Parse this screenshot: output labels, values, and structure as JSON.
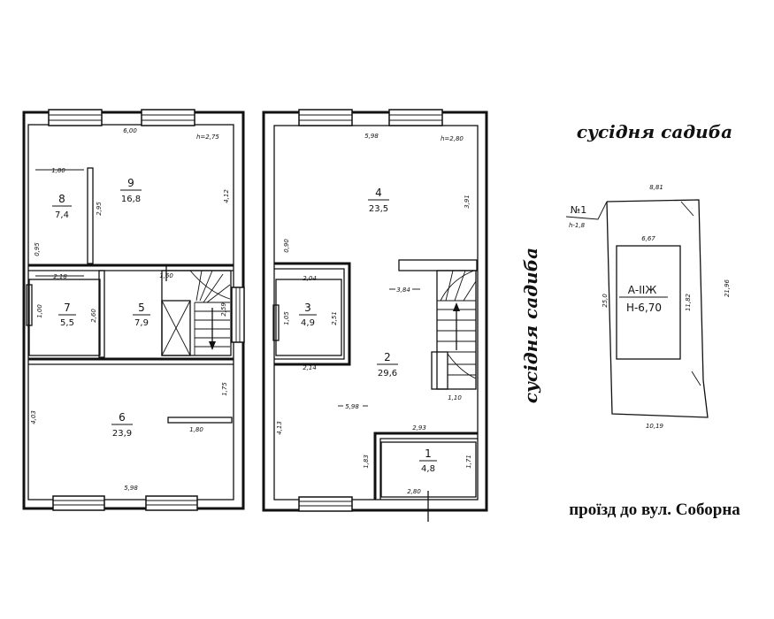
{
  "plan1": {
    "ceiling_height": "h=2,75",
    "dims": {
      "top_width": "6,00",
      "bottom_width": "5,98",
      "r8_width": "1,80",
      "r8_left_len": "0,95",
      "wall_89": "2,95",
      "right_side": "4,12",
      "r7_top": "2,18",
      "r7_side": "1,00",
      "r7_right": "2,60",
      "stair_width": "1,60",
      "stair_len": "2,59",
      "r6_left": "4,03",
      "r6_right": "1,75",
      "r6_partition": "1,80"
    },
    "rooms": [
      {
        "no": "8",
        "area": "7,4"
      },
      {
        "no": "9",
        "area": "16,8"
      },
      {
        "no": "7",
        "area": "5,5"
      },
      {
        "no": "5",
        "area": "7,9"
      },
      {
        "no": "6",
        "area": "23,9"
      }
    ]
  },
  "plan2": {
    "ceiling_height": "h=2,80",
    "dims": {
      "top_width": "5,98",
      "right_upper": "3,91",
      "left_upper": "0,90",
      "r3_top": "2,04",
      "r3_left": "1,05",
      "r3_right": "2,51",
      "r3_bottom": "2,14",
      "hall_width": "3,84",
      "stair_len": "1,10",
      "left_lower": "4,13",
      "middle_width": "5,98",
      "r1_top": "2,93",
      "r1_left": "1,83",
      "r1_right": "1,71",
      "r1_bottom": "2,80"
    },
    "rooms": [
      {
        "no": "4",
        "area": "23,5"
      },
      {
        "no": "3",
        "area": "4,9"
      },
      {
        "no": "2",
        "area": "29,6"
      },
      {
        "no": "1",
        "area": "4,8"
      }
    ]
  },
  "site": {
    "top_caption": "сусідня садиба",
    "side_caption": "сусідня садиба",
    "road_caption": "проїзд до вул. Соборна",
    "top_dim": "8,81",
    "bottom_dim": "10,19",
    "house_width": "6,67",
    "house_length": "11,82",
    "left_dim": "25,0",
    "right_dim": "21,96",
    "house_code": "А-ІІЖ",
    "house_height": "Н-6,70",
    "plot_no": "№1",
    "plot_height": "h-1,8"
  }
}
